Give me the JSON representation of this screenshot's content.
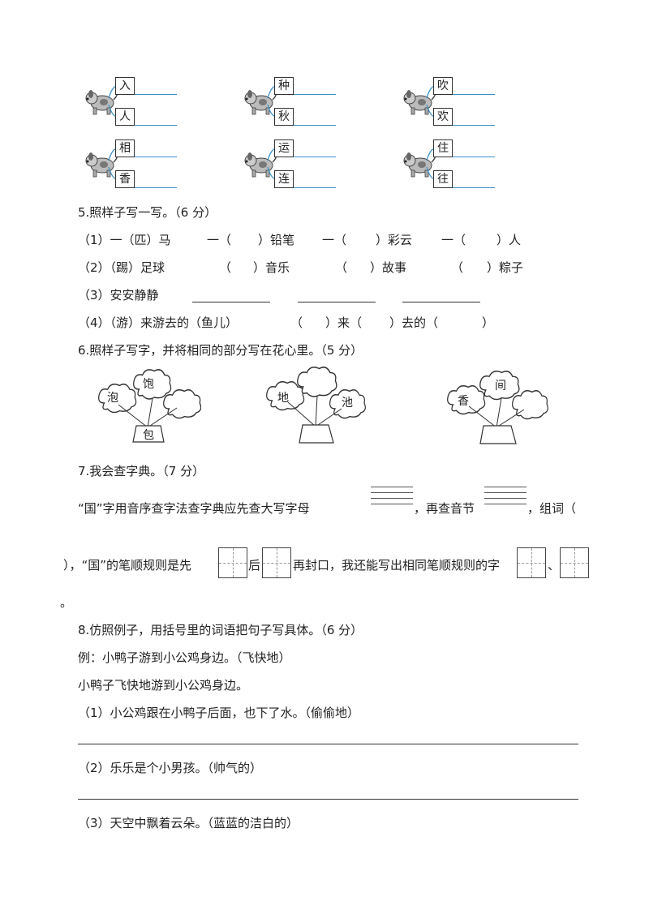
{
  "dog_groups": [
    [
      "入",
      "人"
    ],
    [
      "种",
      "秋"
    ],
    [
      "吹",
      "欢"
    ],
    [
      "相",
      "香"
    ],
    [
      "运",
      "连"
    ],
    [
      "住",
      "往"
    ]
  ],
  "q5": {
    "title": "5.照样子写一写。（6 分）",
    "r1": {
      "ex": "（1）一（匹）马",
      "a": "一（",
      "a2": "）铅笔",
      "b": "一（",
      "b2": "）彩云",
      "c": "一（",
      "c2": "）人"
    },
    "r2": {
      "ex": "（2）（踢）足球",
      "a": "（",
      "a2": "）音乐",
      "b": "（",
      "b2": "）故事",
      "c": "（",
      "c2": "）粽子"
    },
    "r3": {
      "ex": "（3）安安静静"
    },
    "r4": {
      "ex": "（4）（游）来游去的（鱼儿）",
      "a": "（",
      "a2": "）来（",
      "a3": "）去的（",
      "a4": "）"
    }
  },
  "q6": {
    "title": "6.照样子写字，并将相同的部分写在花心里。（5 分）",
    "f1": {
      "a": "泡",
      "b": "饱",
      "pot": "包"
    },
    "f2": {
      "a": "地",
      "b": "池"
    },
    "f3": {
      "a": "香",
      "b": "间"
    }
  },
  "q7": {
    "title": "7.我会查字典。（7 分）",
    "line1a": "“国”字用音序查字法查字典应先查大写字母",
    "line1b": "，再查音节",
    "line1c": "，组词（",
    "line2a": "），“国”的笔顺规则是先",
    "line2b": "后",
    "line2c": "再封口，我还能写出相同笔顺规则的字",
    "line2d": "、",
    "line3": "。"
  },
  "q8": {
    "title": "8.仿照例子，用括号里的词语把句子写具体。（6 分）",
    "example": "例：小鸭子游到小公鸡身边。（飞快地）",
    "answer_example": "小鸭子飞快地游到小公鸡身边。",
    "s1": "（1）小公鸡跟在小鸭子后面，也下了水。（偷偷地）",
    "s2": "（2）乐乐是个小男孩。（帅气的）",
    "s3": "（3）天空中飘着云朵。（蓝蓝的洁白的）"
  }
}
